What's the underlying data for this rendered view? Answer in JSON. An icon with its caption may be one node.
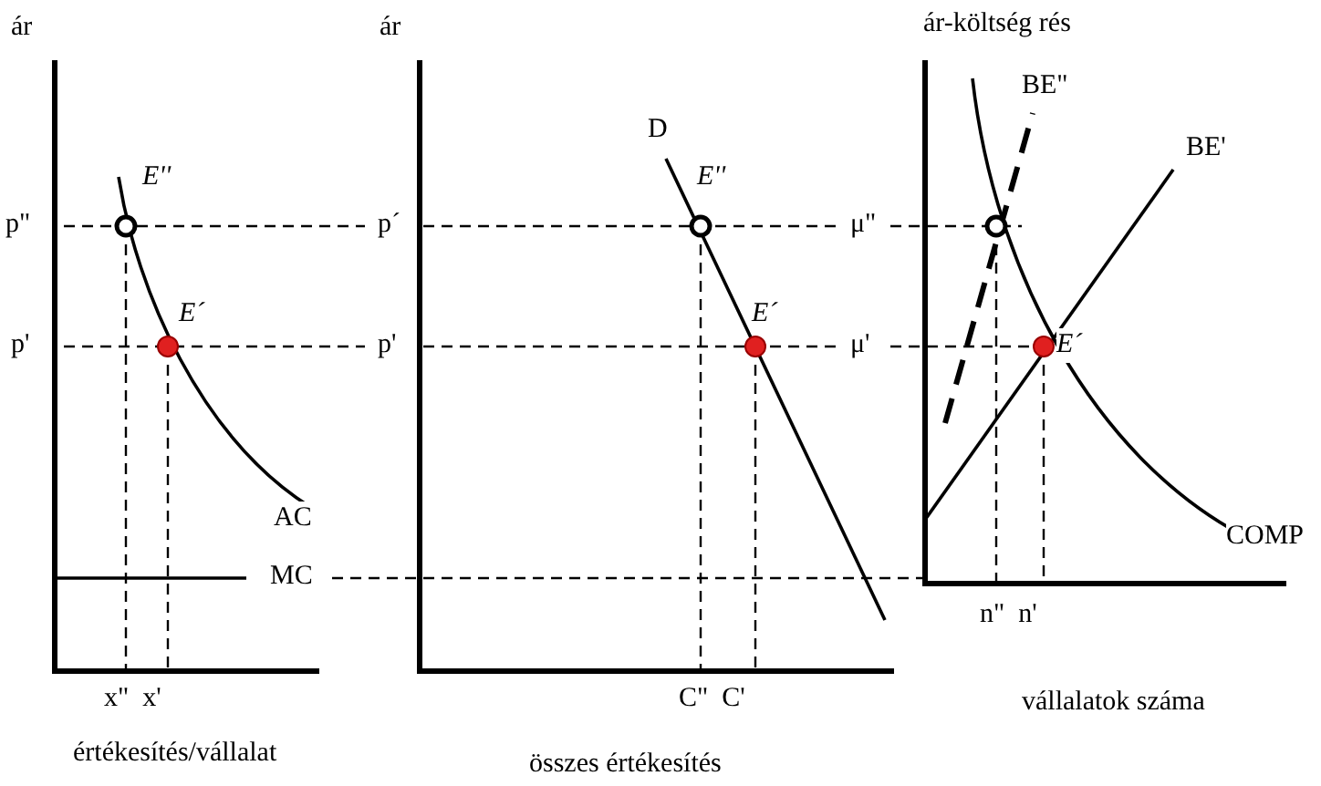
{
  "diagram": {
    "labels": [
      "ár",
      "ár",
      "ár-költség rés",
      "D",
      "BE\"",
      "BE'",
      "E''",
      "E''",
      "p\"",
      "p´",
      "μ\"",
      "E´",
      "E´",
      "p'",
      "p'",
      "μ'",
      "E´",
      "AC",
      "COMP",
      "MC",
      "x\"  x'",
      "C\"  C'",
      "n\"  n'",
      "értékesítés/vállalat",
      "összes értékesítés",
      "vállalatok száma"
    ]
  }
}
